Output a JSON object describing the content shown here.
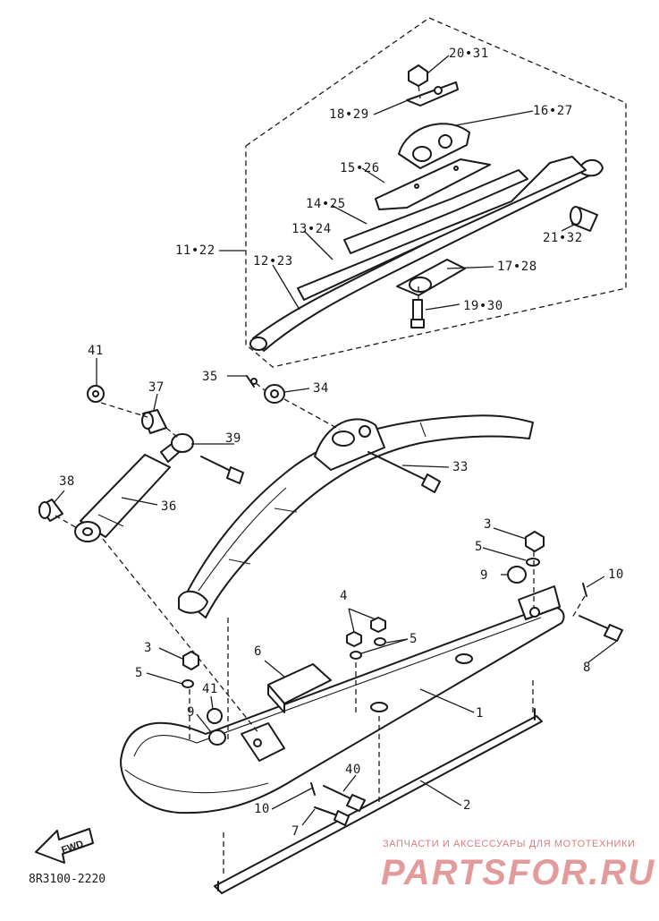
{
  "diagram_code": "8R3100-2220",
  "watermark": {
    "tagline": "ЗАПЧАСТИ И АКСЕССУАРЫ ДЛЯ МОТОТЕХНИКИ",
    "brand": "PARTSFOR.RU"
  },
  "fwd_arrow": "FWD",
  "labels": {
    "l_20_31": "20•31",
    "l_18_29": "18•29",
    "l_16_27": "16•27",
    "l_15_26": "15•26",
    "l_14_25": "14•25",
    "l_13_24": "13•24",
    "l_11_22": "11•22",
    "l_12_23": "12•23",
    "l_21_32": "21•32",
    "l_17_28": "17•28",
    "l_19_30": "19•30",
    "l_41a": "41",
    "l_37": "37",
    "l_35": "35",
    "l_34": "34",
    "l_39": "39",
    "l_33": "33",
    "l_38": "38",
    "l_36": "36",
    "l_3a": "3",
    "l_5a": "5",
    "l_9a": "9",
    "l_10a": "10",
    "l_4": "4",
    "l_5b": "5",
    "l_8": "8",
    "l_3b": "3",
    "l_6": "6",
    "l_5c": "5",
    "l_41b": "41",
    "l_9b": "9",
    "l_1": "1",
    "l_40": "40",
    "l_10b": "10",
    "l_7": "7",
    "l_2": "2"
  }
}
